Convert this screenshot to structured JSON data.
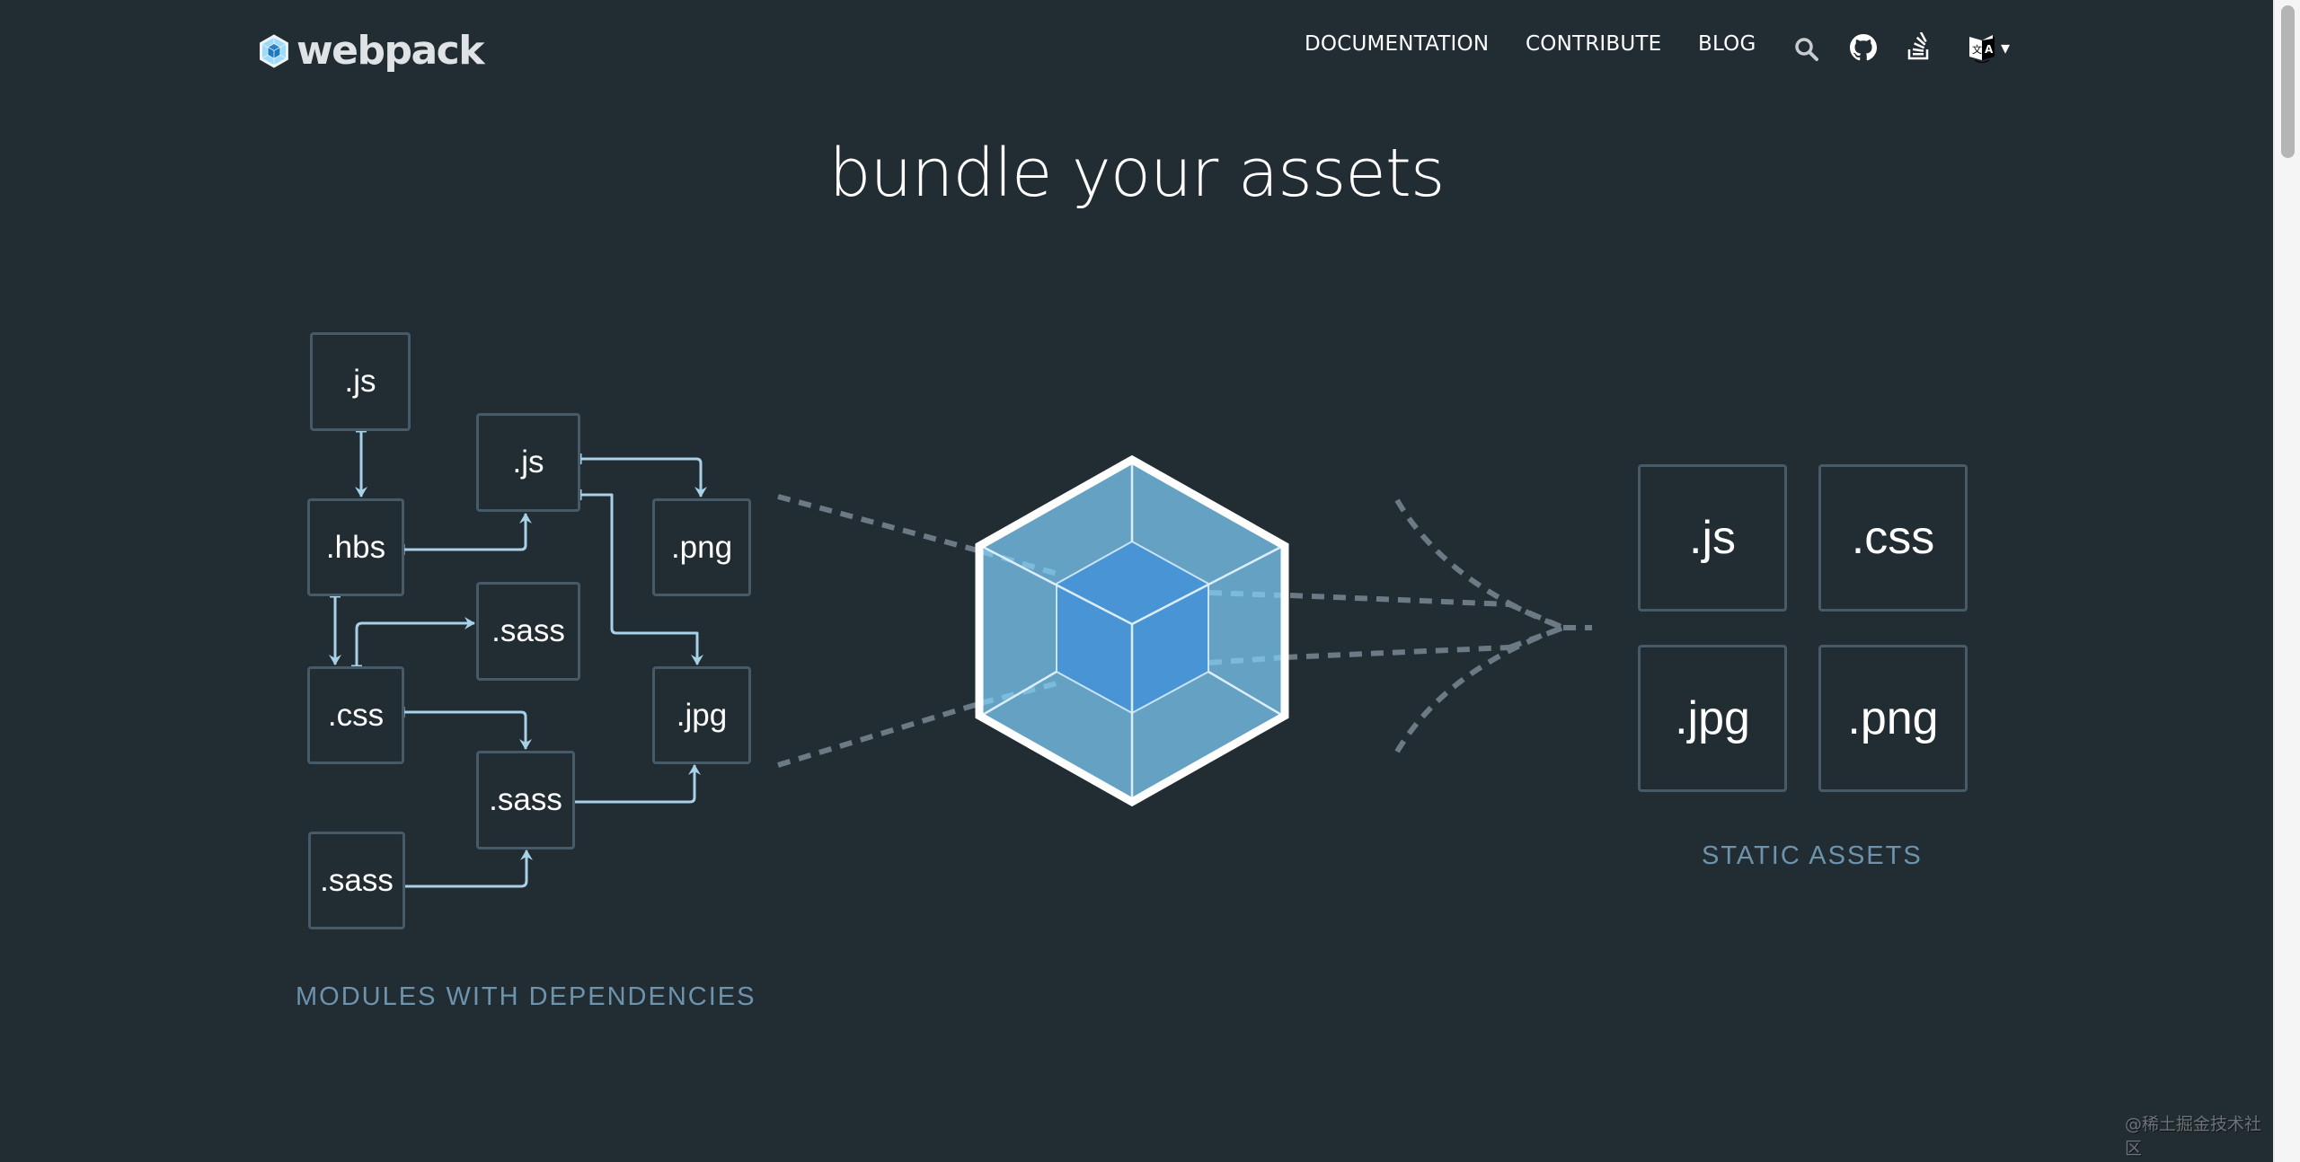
{
  "header": {
    "logo_text": "webpack",
    "nav": [
      {
        "label": "DOCUMENTATION"
      },
      {
        "label": "CONTRIBUTE"
      },
      {
        "label": "BLOG"
      }
    ],
    "icons": [
      "search-icon",
      "github-icon",
      "stackoverflow-icon",
      "language-icon"
    ],
    "language_dropdown_arrow": "▾"
  },
  "hero": {
    "headline": "bundle your assets"
  },
  "diagram": {
    "modules": {
      "caption": "MODULES WITH DEPENDENCIES",
      "boxes": [
        {
          "label": ".js"
        },
        {
          "label": ".js"
        },
        {
          "label": ".hbs"
        },
        {
          "label": ".png"
        },
        {
          "label": ".sass"
        },
        {
          "label": ".css"
        },
        {
          "label": ".jpg"
        },
        {
          "label": ".sass"
        },
        {
          "label": ".sass"
        }
      ]
    },
    "static_assets": {
      "caption": "STATIC ASSETS",
      "boxes": [
        {
          "label": ".js"
        },
        {
          "label": ".css"
        },
        {
          "label": ".jpg"
        },
        {
          "label": ".png"
        }
      ]
    },
    "colors": {
      "background": "#222c33",
      "box_border": "#465b67",
      "arrow": "#a8d0e6",
      "dash": "#6b7a84",
      "caption": "#6d93ad",
      "cube_outer": "#65a1c2",
      "cube_inner": "#4894d5"
    }
  },
  "watermark": "@稀土掘金技术社区"
}
